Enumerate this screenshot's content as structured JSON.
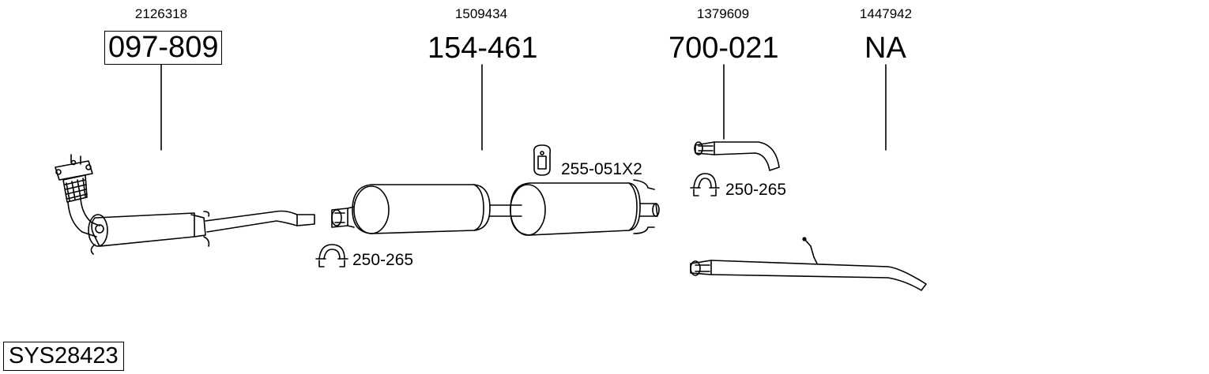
{
  "parts": [
    {
      "ref": "2126318",
      "code": "097-809"
    },
    {
      "ref": "1509434",
      "code": "154-461"
    },
    {
      "ref": "1379609",
      "code": "700-021"
    },
    {
      "ref": "1447942",
      "code": "NA"
    }
  ],
  "accessories": [
    {
      "label": "250-265"
    },
    {
      "label": "255-051X2"
    },
    {
      "label": "250-265"
    }
  ],
  "system_code": "SYS28423"
}
